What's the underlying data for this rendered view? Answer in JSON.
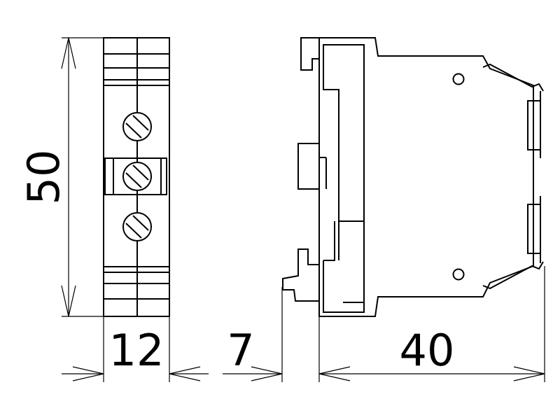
{
  "dimensions": {
    "height": "50",
    "front_width": "12",
    "rail_offset": "7",
    "depth": "40"
  },
  "colors": {
    "line": "#000000",
    "background": "#ffffff"
  }
}
